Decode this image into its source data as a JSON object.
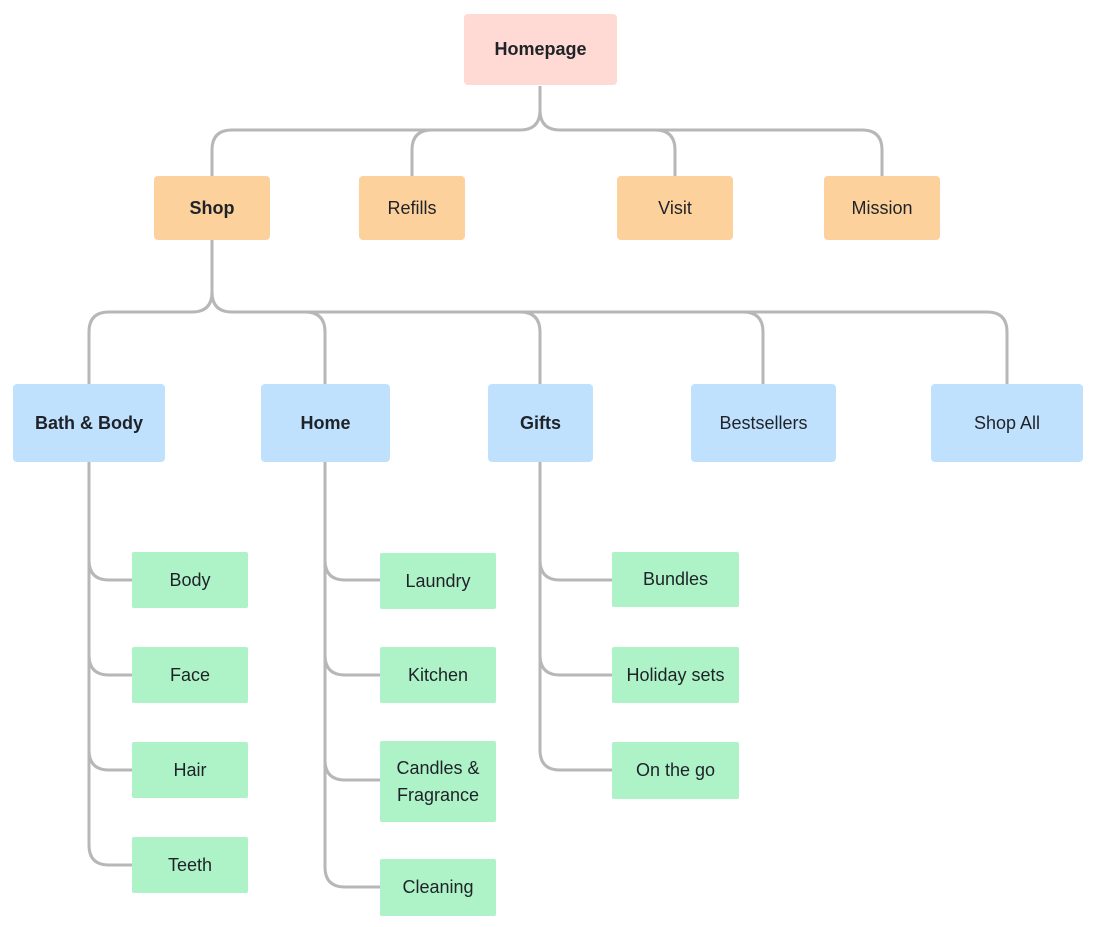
{
  "colors": {
    "homepage": "#ffd9d4",
    "level1": "#fcd19c",
    "level2": "#bfe1fe",
    "level3": "#adf3c7",
    "connector": "#b7b7b7"
  },
  "nodes": {
    "homepage": "Homepage",
    "shop": "Shop",
    "refills": "Refills",
    "visit": "Visit",
    "mission": "Mission",
    "bath_body": "Bath & Body",
    "home": "Home",
    "gifts": "Gifts",
    "bestsellers": "Bestsellers",
    "shop_all": "Shop All",
    "body": "Body",
    "face": "Face",
    "hair": "Hair",
    "teeth": "Teeth",
    "laundry": "Laundry",
    "kitchen": "Kitchen",
    "candles_fragrance": "Candles &\nFragrance",
    "cleaning": "Cleaning",
    "bundles": "Bundles",
    "holiday_sets": "Holiday sets",
    "on_the_go": "On the go"
  }
}
